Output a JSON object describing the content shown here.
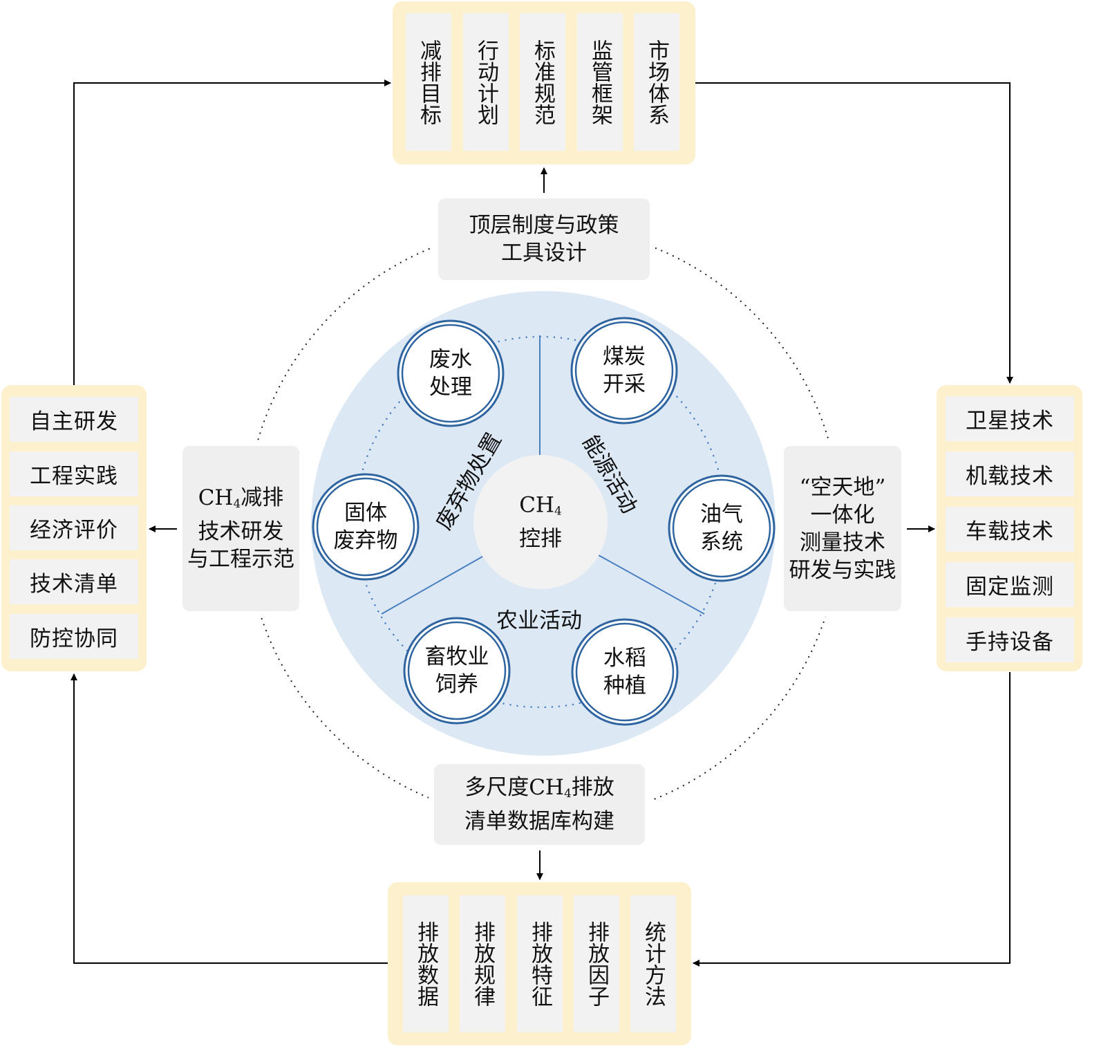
{
  "colors": {
    "panel": "#fdf0cc",
    "cell": "#f2f2f2",
    "disk": "#dde8f5",
    "ring": "#2e64a0",
    "center": "#f2f2f2"
  },
  "top_panel": {
    "items": [
      "减排目标",
      "行动计划",
      "标准规范",
      "监管框架",
      "市场体系"
    ]
  },
  "bottom_panel": {
    "items": [
      "排放数据",
      "排放规律",
      "排放特征",
      "排放因子",
      "统计方法"
    ]
  },
  "left_panel": {
    "items": [
      "自主研发",
      "工程实践",
      "经济评价",
      "技术清单",
      "防控协同"
    ]
  },
  "right_panel": {
    "items": [
      "卫星技术",
      "机载技术",
      "车载技术",
      "固定监测",
      "手持设备"
    ]
  },
  "hubs": {
    "top": {
      "line1": "顶层制度与政策",
      "line2": "工具设计"
    },
    "bottom": {
      "line1a": "多尺度CH",
      "line1sub": "4",
      "line1b": "排放",
      "line2": "清单数据库构建"
    },
    "left": {
      "line1a": "CH",
      "line1sub": "4",
      "line1b": "减排",
      "line2": "技术研发",
      "line3": "与工程示范"
    },
    "right": {
      "line1": "“空天地”",
      "line2": "一体化",
      "line3": "测量技术",
      "line4": "研发与实践"
    }
  },
  "center": {
    "line1a": "CH",
    "line1sub": "4",
    "line2": "控排"
  },
  "categories": {
    "waste": "废弃物处置",
    "energy": "能源活动",
    "agriculture": "农业活动"
  },
  "sources": [
    {
      "l1": "废水",
      "l2": "处理"
    },
    {
      "l1": "煤炭",
      "l2": "开采"
    },
    {
      "l1": "固体",
      "l2": "废弃物"
    },
    {
      "l1": "油气",
      "l2": "系统"
    },
    {
      "l1": "畜牧业",
      "l2": "饲养"
    },
    {
      "l1": "水稻",
      "l2": "种植"
    }
  ]
}
